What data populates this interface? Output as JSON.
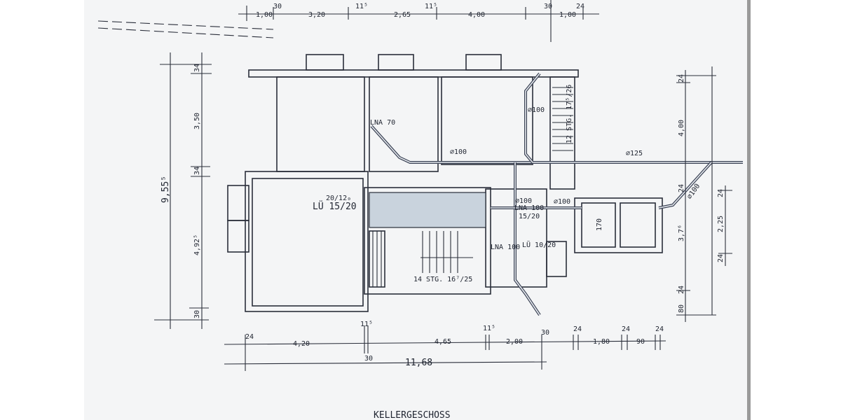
{
  "title": "KELLERGESCHOSS",
  "dimensions": {
    "top": [
      "1,00",
      "30",
      "3,20",
      "11⁵",
      "2,65",
      "11⁵",
      "4,00",
      "30",
      "1,00",
      "24"
    ],
    "bottom": [
      "24",
      "4,20",
      "11⁵",
      "30",
      "4,65",
      "11⁵",
      "2,00",
      "30",
      "24",
      "1,80",
      "24",
      "90",
      "24"
    ],
    "bottom_total": "11,68",
    "left_total": "9,55⁵",
    "left": [
      "34",
      "3,50",
      "34",
      "4,92⁵",
      "30"
    ],
    "right_outer": [
      "24",
      "4,00",
      "24",
      "3,7⁶",
      "24",
      "80"
    ],
    "right_inner": [
      "24",
      "2,25",
      "24"
    ]
  },
  "labels": {
    "lna_70": "LNA 70",
    "pipe_100_a": "⌀100",
    "pipe_100_b": "⌀100",
    "pipe_100_c": "⌀100",
    "pipe_100_d": "⌀100",
    "pipe_100_e": "⌀100",
    "pipe_125": "⌀125",
    "vent_top": "20/12₀",
    "vent_lu": "LÜ 15/20",
    "lna_100_a": "LNA 100",
    "size_15_20": "15/20",
    "lna_100_b": "LNA 100",
    "lu_10_20": "LÜ 10/20",
    "stair_main": "14 STG. 16⁷/25",
    "stair_right": "12 STG. 17⁵/26",
    "room_170": "170"
  },
  "colors": {
    "ink": "#2a2e3a",
    "paper": "#f4f5f6",
    "hatch": "#c9d3dd"
  }
}
